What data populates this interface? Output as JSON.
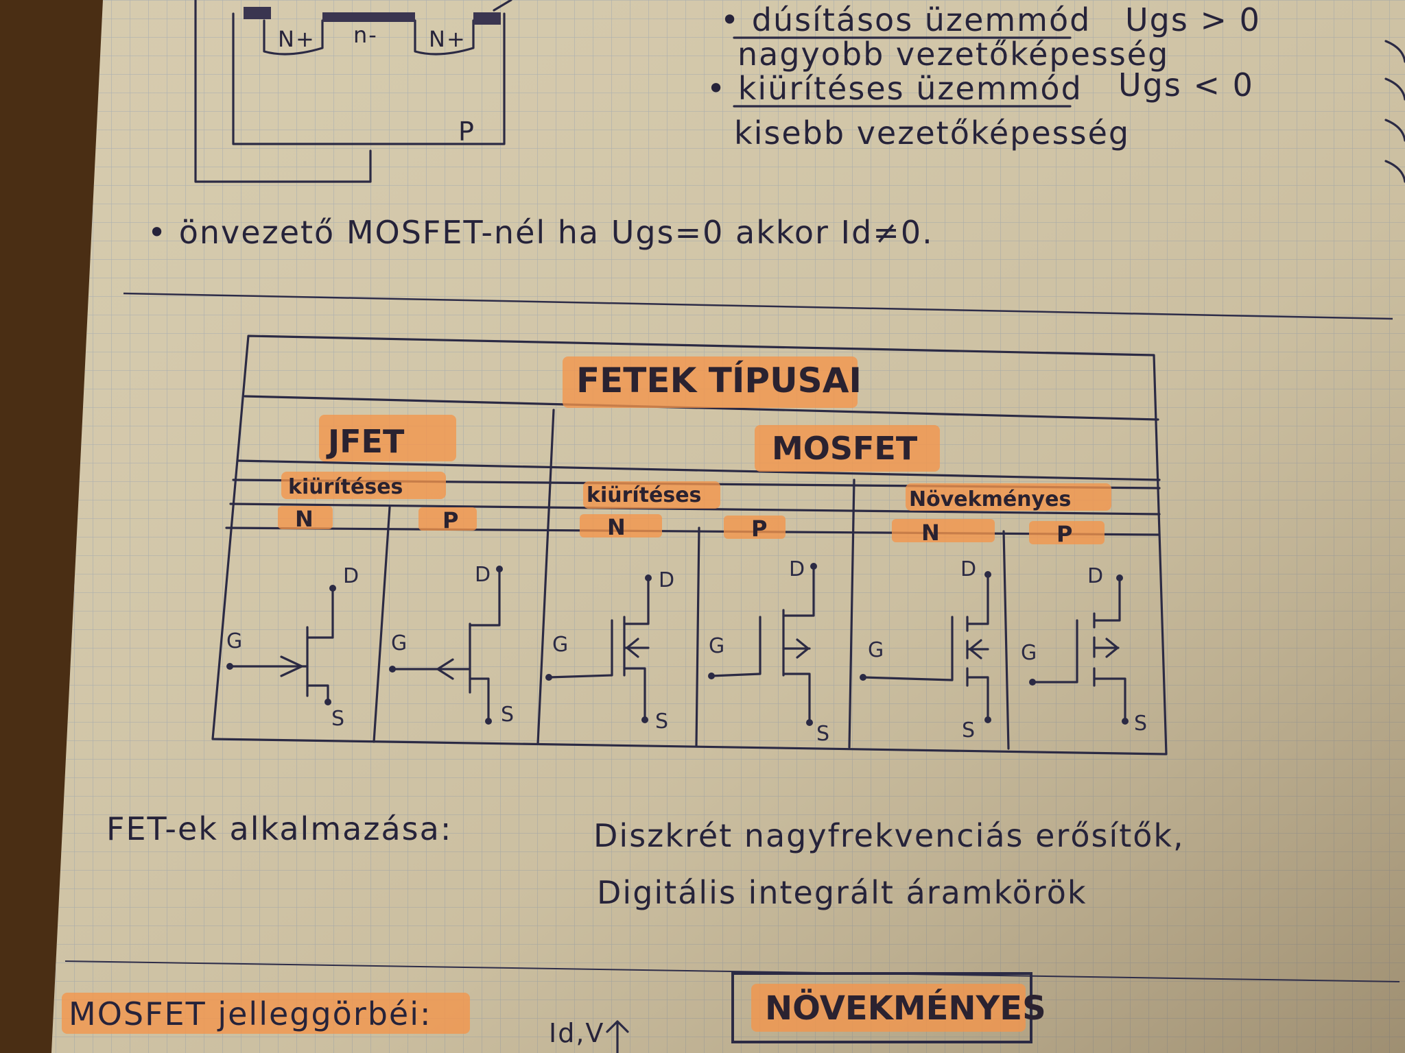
{
  "notes": {
    "mode_depletion_add": "• dúsításos üzemmód",
    "mode_add_cond": "Ugs > 0",
    "mode_add_desc": "nagyobb vezetőképesség",
    "mode_depletion": "• kiürítéses üzemmód",
    "mode_dep_cond": "Ugs < 0",
    "mode_dep_desc": "kisebb vezetőképesség",
    "selfconducting": "• önvezető MOSFET-nél ha Ugs=0 akkor Id≠0.",
    "applications_label": "FET-ek alkalmazása:",
    "applications_line1": "Diszkrét nagyfrekvenciás erősítők,",
    "applications_line2": "Digitális integrált áramkörök",
    "curve_label": "MOSFET jelleggörbéi:",
    "axis_label": "Id,V",
    "enh_box": "NÖVEKMÉNYES"
  },
  "cross_section": {
    "n_plus_left": "N+",
    "n_minus": "n-",
    "n_plus_right": "N+",
    "substrate": "P"
  },
  "table": {
    "title": "FETEK TÍPUSAI",
    "jfet": "JFET",
    "mosfet": "MOSFET",
    "jfet_mode": "kiürítéses",
    "mosfet_dep_mode": "kiürítéses",
    "mosfet_enh_mode": "Növekményes",
    "col_n1": "N",
    "col_p1": "P",
    "col_n2": "N",
    "col_p2": "P",
    "col_n3": "N",
    "col_p3": "P",
    "pin_g": "G",
    "pin_d": "D",
    "pin_s": "S"
  },
  "colors": {
    "paper": "#d8cdb1",
    "grid": "#9fa8b2",
    "ink": "#2b2a44",
    "highlight": "#f4954a"
  }
}
